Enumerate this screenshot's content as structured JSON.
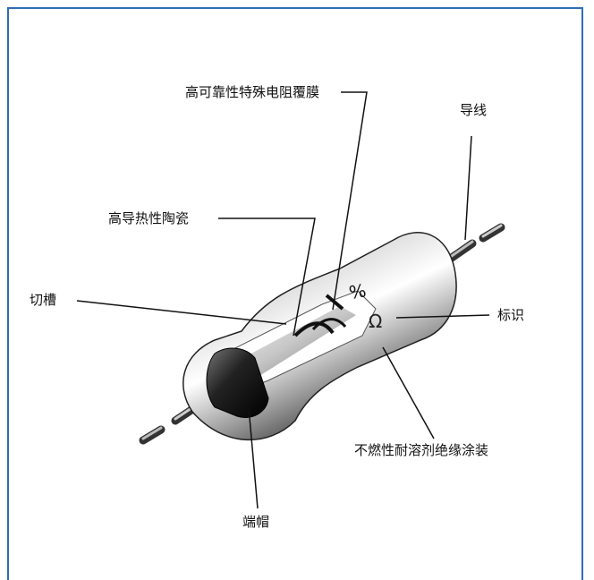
{
  "labels": {
    "film": "高可靠性特殊电阻覆膜",
    "lead": "导线",
    "ceramic": "高导热性陶瓷",
    "groove": "切槽",
    "marking": "标识",
    "coating": "不燃性耐溶剂绝缘涂装",
    "cap": "端帽"
  },
  "body_marks": {
    "percent": "%",
    "ohm": "Ω"
  },
  "colors": {
    "frame": "#2f6eb5",
    "leader_line": "#111111"
  }
}
